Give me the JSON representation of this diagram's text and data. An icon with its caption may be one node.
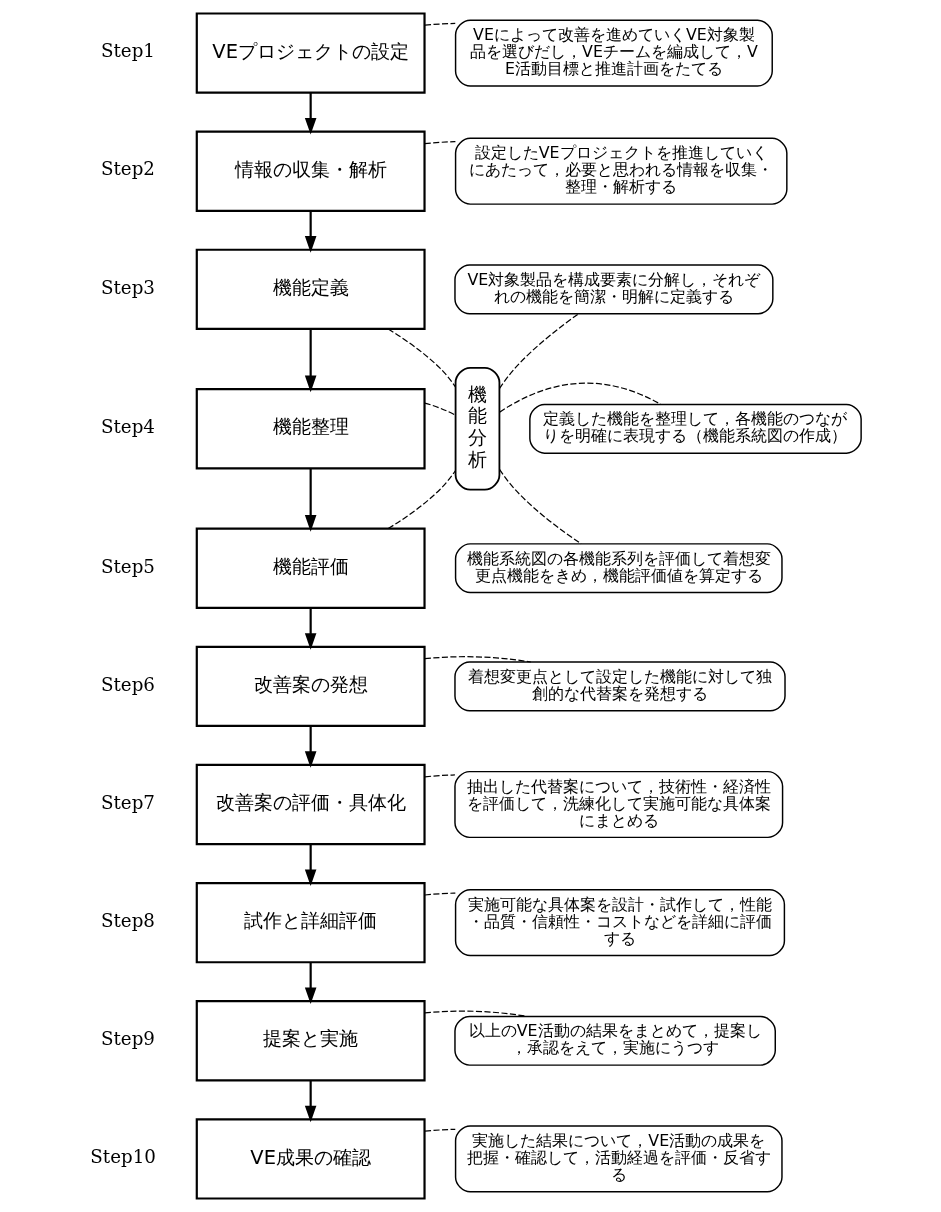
{
  "diagram": {
    "nodes": [
      {
        "text": [
          "VEプロジェクトの設定"
        ],
        "beside": [
          "Step1"
        ]
      },
      {
        "text": [
          "情報の収集・解析"
        ],
        "beside": [
          "Step2"
        ]
      },
      {
        "text": [
          "機能定義"
        ],
        "beside": [
          "Step3"
        ]
      },
      {
        "text": [
          "機能整理"
        ],
        "beside": [
          "Step4"
        ]
      },
      {
        "text": [
          "機能評価"
        ],
        "beside": [
          "Step5"
        ]
      },
      {
        "text": [
          "改善案の発想"
        ],
        "beside": [
          "Step6"
        ]
      },
      {
        "text": [
          "改善案の評価・具体化"
        ],
        "beside": [
          "Step7"
        ]
      },
      {
        "text": [
          "試作と詳細評価"
        ],
        "beside": [
          "Step8"
        ]
      },
      {
        "text": [
          "提案と実施"
        ],
        "beside": [
          "Step9"
        ]
      },
      {
        "text": [
          "VE成果の確認"
        ],
        "beside": [
          "Step10"
        ]
      },
      {
        "text": [
          "VEによって改善を進めていくVE対象製品を選びだし，VEチームを編成して，VE活動目標と推進計画をたてる"
        ]
      },
      {
        "text": [
          "設定したVEプロジェクトを推進していくにあたって，必要と思われる情報を収集・整理・解析する"
        ]
      },
      {
        "text": [
          "VE対象製品を構成要素に分解し，それぞれの機能を簡潔・明解に定義する"
        ]
      },
      {
        "text": [
          "定義した機能を整理して，各機能のつながりを明確に表現する（機能系統図の作成）"
        ]
      },
      {
        "text": [
          "機能系統図の各機能系列を評価して着想変更点機能をきめ，機能評価値を算定する"
        ]
      },
      {
        "text": [
          "着想変更点として設定した機能に対して独創的な代替案を発想する"
        ]
      },
      {
        "text": [
          "抽出した代替案について，技術性・経済性を評価して，洗練化して実施可能な具体案にまとめる"
        ]
      },
      {
        "text": [
          "実施可能な具体案を設計・試作して，性能・品質・信頼性・コストなどを詳細に評価する"
        ]
      },
      {
        "text": [
          "以上のVE活動の結果をまとめて，提案し，承認をえて，実施にうつす"
        ]
      },
      {
        "text": [
          "実施した結果について，VE活動の成果を把握・確認して，活動経過を評価・反省する"
        ]
      },
      {
        "text": [
          "機能分析"
        ]
      }
    ],
    "edges": [
      {
        "from": 0,
        "to": 1,
        "arrow": "to"
      },
      {
        "from": 1,
        "to": 2,
        "arrow": "to"
      },
      {
        "from": 2,
        "to": 3,
        "arrow": "to"
      },
      {
        "from": 3,
        "to": 4,
        "arrow": "to"
      },
      {
        "from": 4,
        "to": 5,
        "arrow": "to"
      },
      {
        "from": 5,
        "to": 6,
        "arrow": "to"
      },
      {
        "from": 6,
        "to": 7,
        "arrow": "to"
      },
      {
        "from": 7,
        "to": 8,
        "arrow": "to"
      },
      {
        "from": 8,
        "to": 9,
        "arrow": "to"
      },
      {
        "from": 0,
        "to": 10,
        "arrow": "none",
        "style": "dashed"
      },
      {
        "from": 1,
        "to": 11,
        "arrow": "none",
        "style": "dashed"
      },
      {
        "from": 2,
        "to": 20,
        "arrow": "none",
        "style": "dashed"
      },
      {
        "from": 20,
        "to": 12,
        "arrow": "none",
        "style": "dashed"
      },
      {
        "from": 3,
        "to": 20,
        "arrow": "none",
        "style": "dashed"
      },
      {
        "from": 20,
        "to": 13,
        "arrow": "none",
        "style": "dashed"
      },
      {
        "from": 4,
        "to": 20,
        "arrow": "none",
        "style": "dashed"
      },
      {
        "from": 20,
        "to": 14,
        "arrow": "none",
        "style": "dashed"
      },
      {
        "from": 5,
        "to": 15,
        "arrow": "none",
        "style": "dashed"
      },
      {
        "from": 6,
        "to": 16,
        "arrow": "none",
        "style": "dashed"
      },
      {
        "from": 7,
        "to": 17,
        "arrow": "none",
        "style": "dashed"
      },
      {
        "from": 8,
        "to": 18,
        "arrow": "none",
        "style": "dashed"
      },
      {
        "from": 9,
        "to": 19,
        "arrow": "none",
        "style": "dashed"
      }
    ]
  }
}
